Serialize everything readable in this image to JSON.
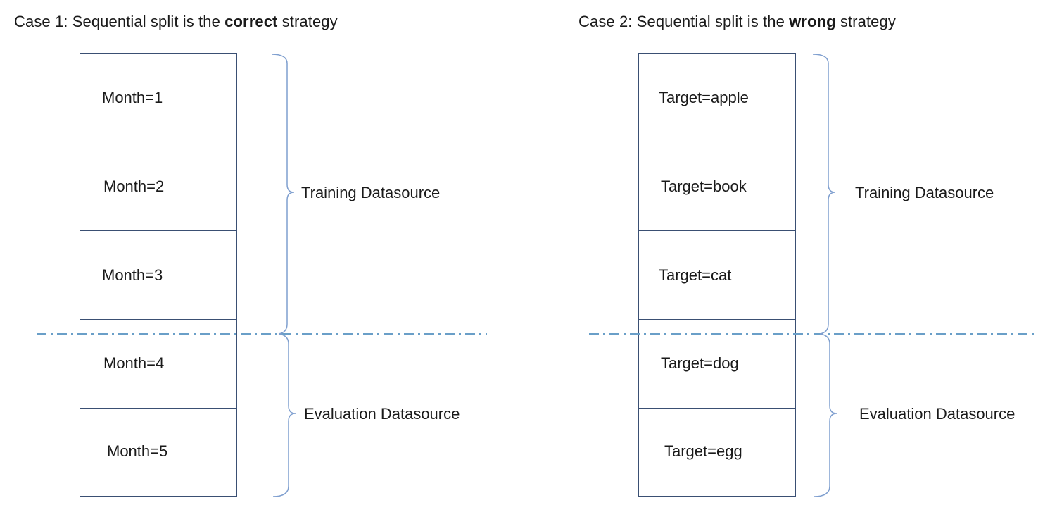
{
  "panels": [
    {
      "title_prefix": "Case 1: Sequential split is the ",
      "title_emphasis": "correct",
      "title_suffix": " strategy",
      "rows": [
        "Month=1",
        "Month=2",
        "Month=3",
        "Month=4",
        "Month=5"
      ],
      "training_label": "Training Datasource",
      "evaluation_label": "Evaluation Datasource"
    },
    {
      "title_prefix": "Case 2: Sequential split is the ",
      "title_emphasis": "wrong",
      "title_suffix": " strategy",
      "rows": [
        "Target=apple",
        "Target=book",
        "Target=cat",
        "Target=dog",
        "Target=egg"
      ],
      "training_label": "Training Datasource",
      "evaluation_label": "Evaluation Datasource"
    }
  ],
  "colors": {
    "box_border": "#3a4f73",
    "brace": "#7f9fcf",
    "split_line": "#6a9fc8",
    "text": "#1a1a1a"
  }
}
